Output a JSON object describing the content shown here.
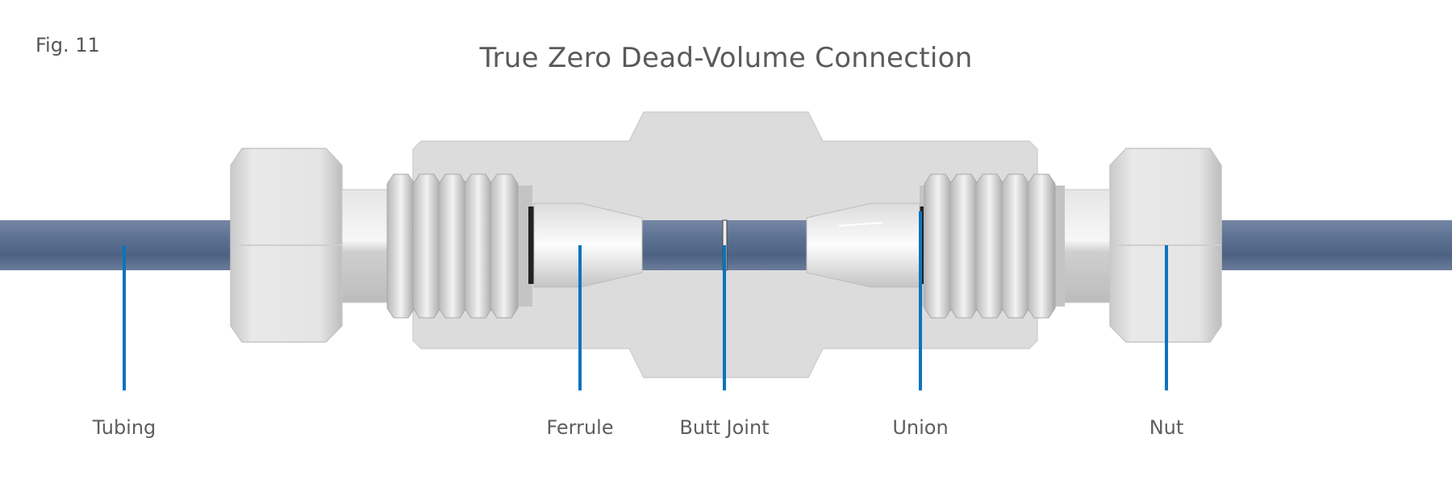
{
  "figure": {
    "number": "Fig. 11"
  },
  "title": "True Zero Dead-Volume Connection",
  "callouts": [
    {
      "id": "tubing",
      "label": "Tubing"
    },
    {
      "id": "ferrule",
      "label": "Ferrule"
    },
    {
      "id": "butt-joint",
      "label": "Butt Joint"
    },
    {
      "id": "union",
      "label": "Union"
    },
    {
      "id": "nut",
      "label": "Nut"
    }
  ],
  "colors": {
    "tubing": "#5a6f8f",
    "metal": "#d8d8d8",
    "metal_dark": "#9a9a9a",
    "callout_line": "#0a74bd",
    "text": "#5e5e5e"
  }
}
